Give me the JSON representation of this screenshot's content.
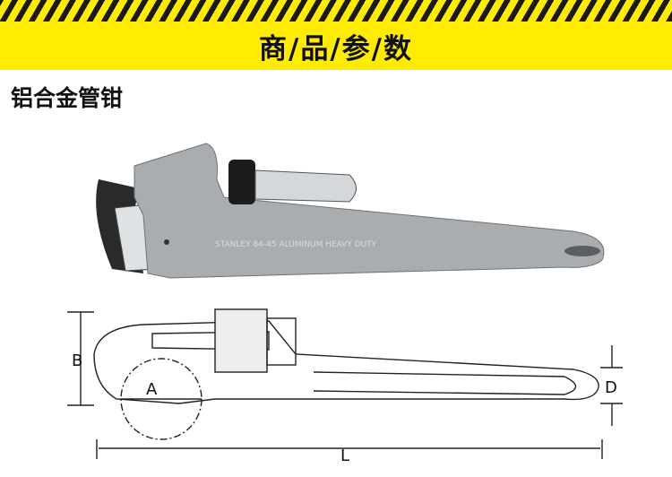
{
  "header": {
    "title": "商/品/参/数",
    "accent_color": "#ffec00",
    "stripe_color": "#1a1a1a"
  },
  "product": {
    "name": "铝合金管钳",
    "engraving": "STANLEY 84-45   ALUMINUM HEAVY DUTY"
  },
  "diagram": {
    "labels": {
      "a": "A",
      "b": "B",
      "d": "D",
      "l": "L"
    }
  }
}
